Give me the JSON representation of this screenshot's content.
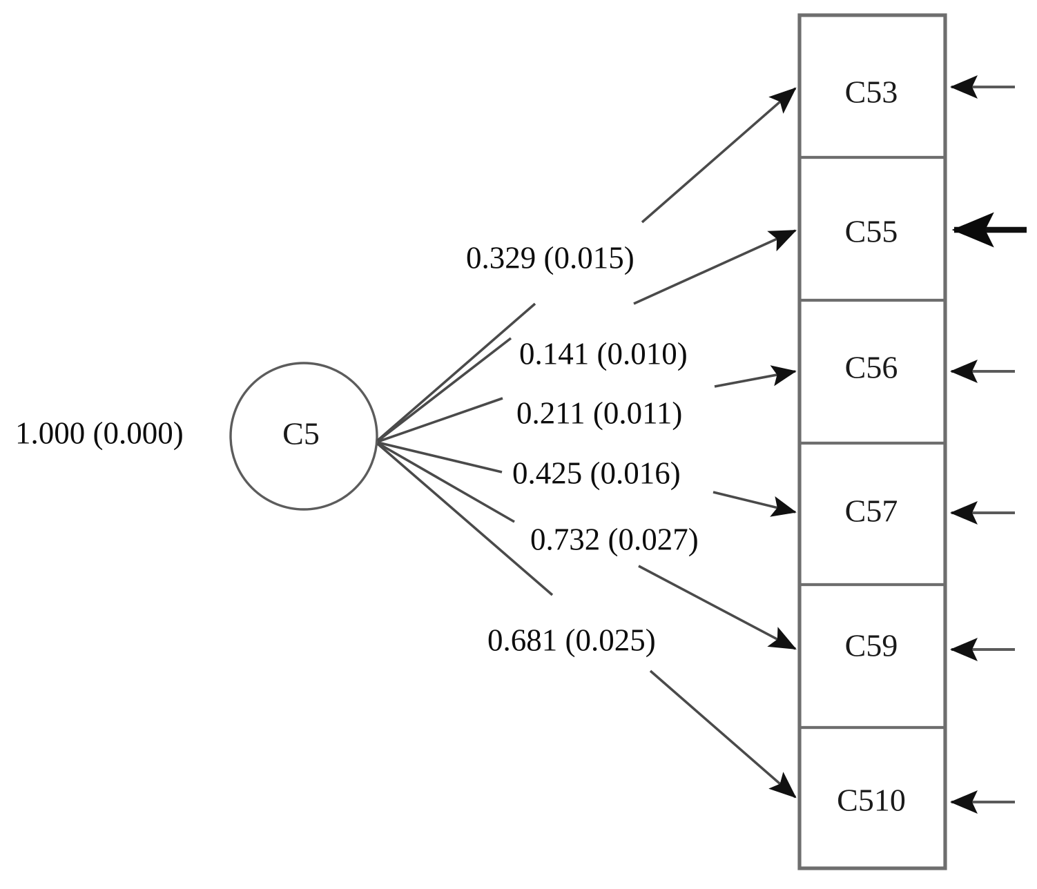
{
  "diagram": {
    "type": "sem-path-diagram",
    "latent": {
      "id": "C5",
      "label": "C5",
      "variance_label": "1.000 (0.000)"
    },
    "indicators": [
      {
        "id": "C53",
        "label": "C53",
        "loading": "0.329 (0.015)",
        "residual_arrow": "normal"
      },
      {
        "id": "C55",
        "label": "C55",
        "loading": "0.141 (0.010)",
        "residual_arrow": "bold"
      },
      {
        "id": "C56",
        "label": "C56",
        "loading": "0.211 (0.011)",
        "residual_arrow": "normal"
      },
      {
        "id": "C57",
        "label": "C57",
        "loading": "0.425 (0.016)",
        "residual_arrow": "normal"
      },
      {
        "id": "C59",
        "label": "C59",
        "loading": "0.732 (0.027)",
        "residual_arrow": "normal"
      },
      {
        "id": "C510",
        "label": "C510",
        "loading": "0.681 (0.025)",
        "residual_arrow": "normal"
      }
    ],
    "colors": {
      "stroke": "#6e6e6e",
      "text": "#0d0d0d",
      "background": "#ffffff",
      "bold_arrow": "#101010"
    }
  },
  "chart_data": {
    "type": "diagram",
    "title": "",
    "nodes": [
      {
        "name": "C5",
        "kind": "latent",
        "shape": "circle"
      },
      {
        "name": "C53",
        "kind": "observed",
        "shape": "rect"
      },
      {
        "name": "C55",
        "kind": "observed",
        "shape": "rect"
      },
      {
        "name": "C56",
        "kind": "observed",
        "shape": "rect"
      },
      {
        "name": "C57",
        "kind": "observed",
        "shape": "rect"
      },
      {
        "name": "C59",
        "kind": "observed",
        "shape": "rect"
      },
      {
        "name": "C510",
        "kind": "observed",
        "shape": "rect"
      }
    ],
    "edges": [
      {
        "from": "C5",
        "to": "C53",
        "estimate": 0.329,
        "se": 0.015,
        "label": "0.329 (0.015)"
      },
      {
        "from": "C5",
        "to": "C55",
        "estimate": 0.141,
        "se": 0.01,
        "label": "0.141 (0.010)"
      },
      {
        "from": "C5",
        "to": "C56",
        "estimate": 0.211,
        "se": 0.011,
        "label": "0.211 (0.011)"
      },
      {
        "from": "C5",
        "to": "C57",
        "estimate": 0.425,
        "se": 0.016,
        "label": "0.425 (0.016)"
      },
      {
        "from": "C5",
        "to": "C59",
        "estimate": 0.732,
        "se": 0.027,
        "label": "0.732 (0.027)"
      },
      {
        "from": "C5",
        "to": "C510",
        "estimate": 0.681,
        "se": 0.025,
        "label": "0.681 (0.025)"
      }
    ],
    "variances": [
      {
        "node": "C5",
        "estimate": 1.0,
        "se": 0.0,
        "label": "1.000 (0.000)"
      }
    ]
  },
  "labels": {
    "latent_variance": "1.000 (0.000)",
    "latent_name": "C5",
    "l1": "0.329 (0.015)",
    "l2": "0.141 (0.010)",
    "l3": "0.211 (0.011)",
    "l4": "0.425 (0.016)",
    "l5": "0.732 (0.027)",
    "l6": "0.681 (0.025)",
    "b1": "C53",
    "b2": "C55",
    "b3": "C56",
    "b4": "C57",
    "b5": "C59",
    "b6": "C510"
  }
}
